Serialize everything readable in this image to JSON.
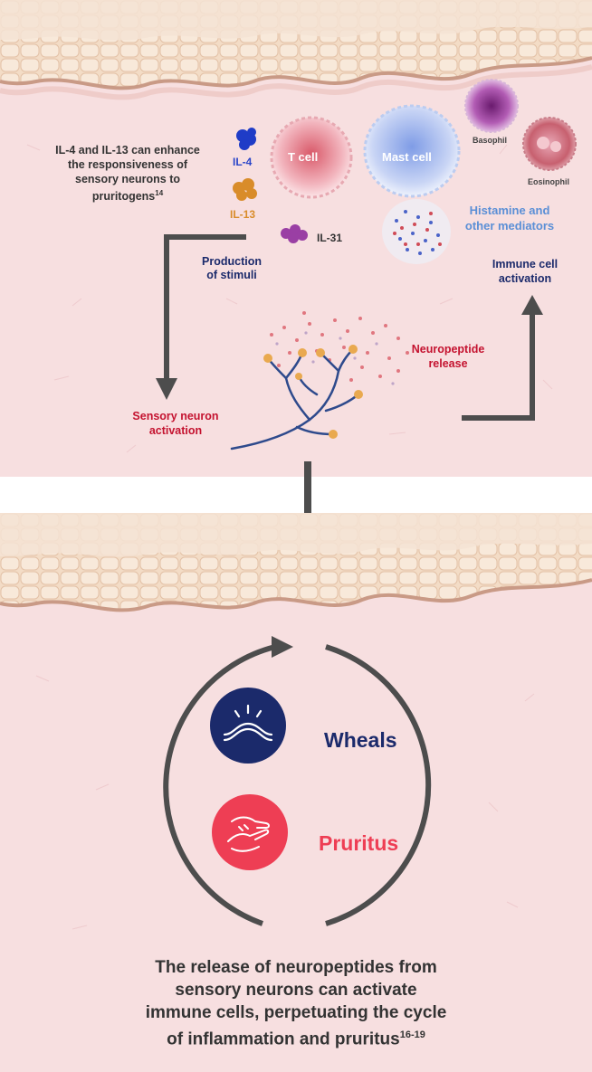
{
  "top_panel": {
    "intro_text_line1": "IL-4 and IL-13 can enhance",
    "intro_text_line2": "the responsiveness of",
    "intro_text_line3": "sensory neurons to",
    "intro_text_line4": "pruritogens",
    "intro_sup": "14",
    "il4_label": "IL-4",
    "il13_label": "IL-13",
    "il31_label": "IL-31",
    "t_cell_label": "T cell",
    "mast_cell_label": "Mast cell",
    "basophil_label": "Basophil",
    "eosinophil_label": "Eosinophil",
    "histamine_line1": "Histamine and",
    "histamine_line2": "other mediators",
    "production_line1": "Production",
    "production_line2": "of stimuli",
    "immune_line1": "Immune cell",
    "immune_line2": "activation",
    "neuropeptide_line1": "Neuropeptide",
    "neuropeptide_line2": "release",
    "sensory_line1": "Sensory neuron",
    "sensory_line2": "activation"
  },
  "bottom_panel": {
    "wheals_label": "Wheals",
    "pruritus_label": "Pruritus",
    "caption_line1": "The release of neuropeptides from",
    "caption_line2": "sensory neurons can activate",
    "caption_line3": "immune cells, perpetuating the cycle",
    "caption_line4": "of inflammation and pruritus",
    "caption_sup": "16-19"
  },
  "colors": {
    "skin_background": "#f7dfe0",
    "epidermis": "#f1d7c2",
    "arrow": "#4d4d4d",
    "navy": "#1b2a6b",
    "red": "#c4122f",
    "pruritus_red": "#ee3e54",
    "light_blue": "#5b8fd6",
    "il13_orange": "#d98c2a",
    "il31_purple": "#9a3fa4"
  },
  "icons": [
    "t-cell-icon",
    "mast-cell-icon",
    "basophil-icon",
    "eosinophil-icon",
    "il4-protein-icon",
    "il13-protein-icon",
    "il31-protein-icon",
    "mediator-granules-icon",
    "sensory-neuron-icon",
    "neuropeptide-particles-icon",
    "wheals-icon",
    "pruritus-scratching-hand-icon",
    "cycle-arrow-icon"
  ]
}
